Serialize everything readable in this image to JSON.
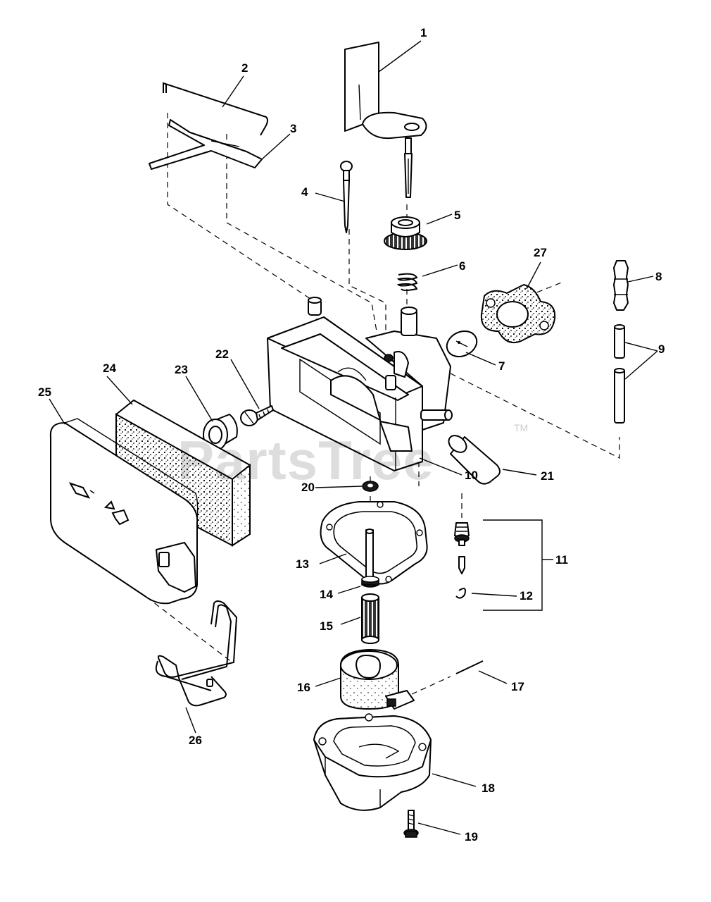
{
  "diagram": {
    "callouts": [
      "1",
      "2",
      "3",
      "4",
      "5",
      "6",
      "7",
      "8",
      "9",
      "10",
      "11",
      "12",
      "13",
      "14",
      "15",
      "16",
      "17",
      "18",
      "19",
      "20",
      "21",
      "22",
      "23",
      "24",
      "25",
      "26",
      "27"
    ]
  },
  "watermark": {
    "text": "PartsTree",
    "trademark": "TM"
  }
}
